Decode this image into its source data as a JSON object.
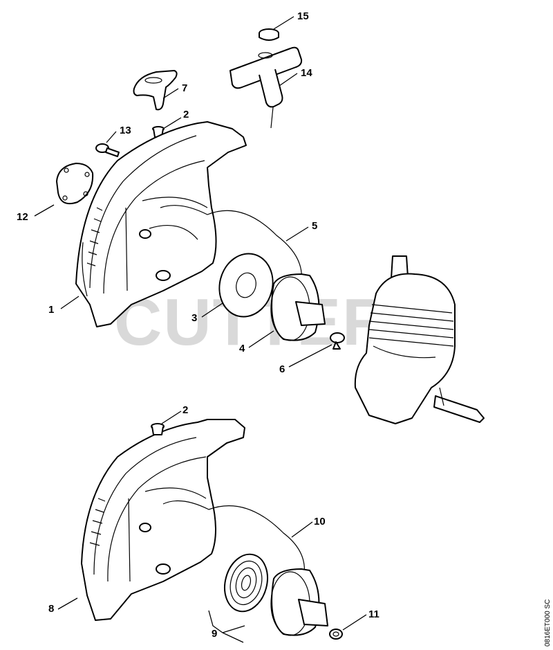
{
  "watermark": "CUTTERS",
  "drawing_code": "0816ET000 SC",
  "callouts": [
    {
      "id": "c15",
      "label": "15"
    },
    {
      "id": "c14",
      "label": "14"
    },
    {
      "id": "c7",
      "label": "7"
    },
    {
      "id": "c2a",
      "label": "2"
    },
    {
      "id": "c13",
      "label": "13"
    },
    {
      "id": "c12",
      "label": "12"
    },
    {
      "id": "c5",
      "label": "5"
    },
    {
      "id": "c1",
      "label": "1"
    },
    {
      "id": "c3",
      "label": "3"
    },
    {
      "id": "c4",
      "label": "4"
    },
    {
      "id": "c6",
      "label": "6"
    },
    {
      "id": "c2b",
      "label": "2"
    },
    {
      "id": "c10",
      "label": "10"
    },
    {
      "id": "c8",
      "label": "8"
    },
    {
      "id": "c9",
      "label": "9"
    },
    {
      "id": "c11",
      "label": "11"
    }
  ]
}
